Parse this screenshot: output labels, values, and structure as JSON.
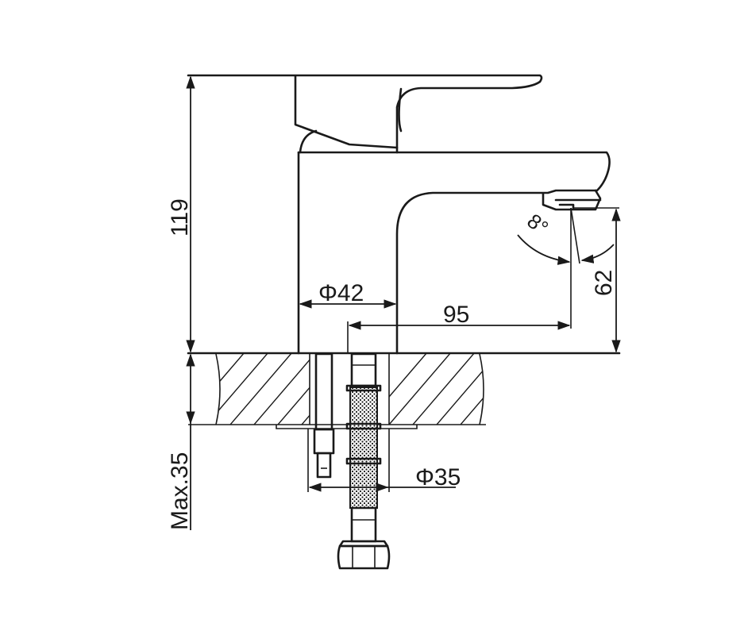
{
  "drawing": {
    "dimensions": {
      "total_height": "119",
      "base_diameter": "Φ42",
      "spout_reach": "95",
      "spout_height": "62",
      "max_counter_thickness": "Max.35",
      "hole_diameter": "Φ35",
      "spout_angle": "8°"
    }
  }
}
